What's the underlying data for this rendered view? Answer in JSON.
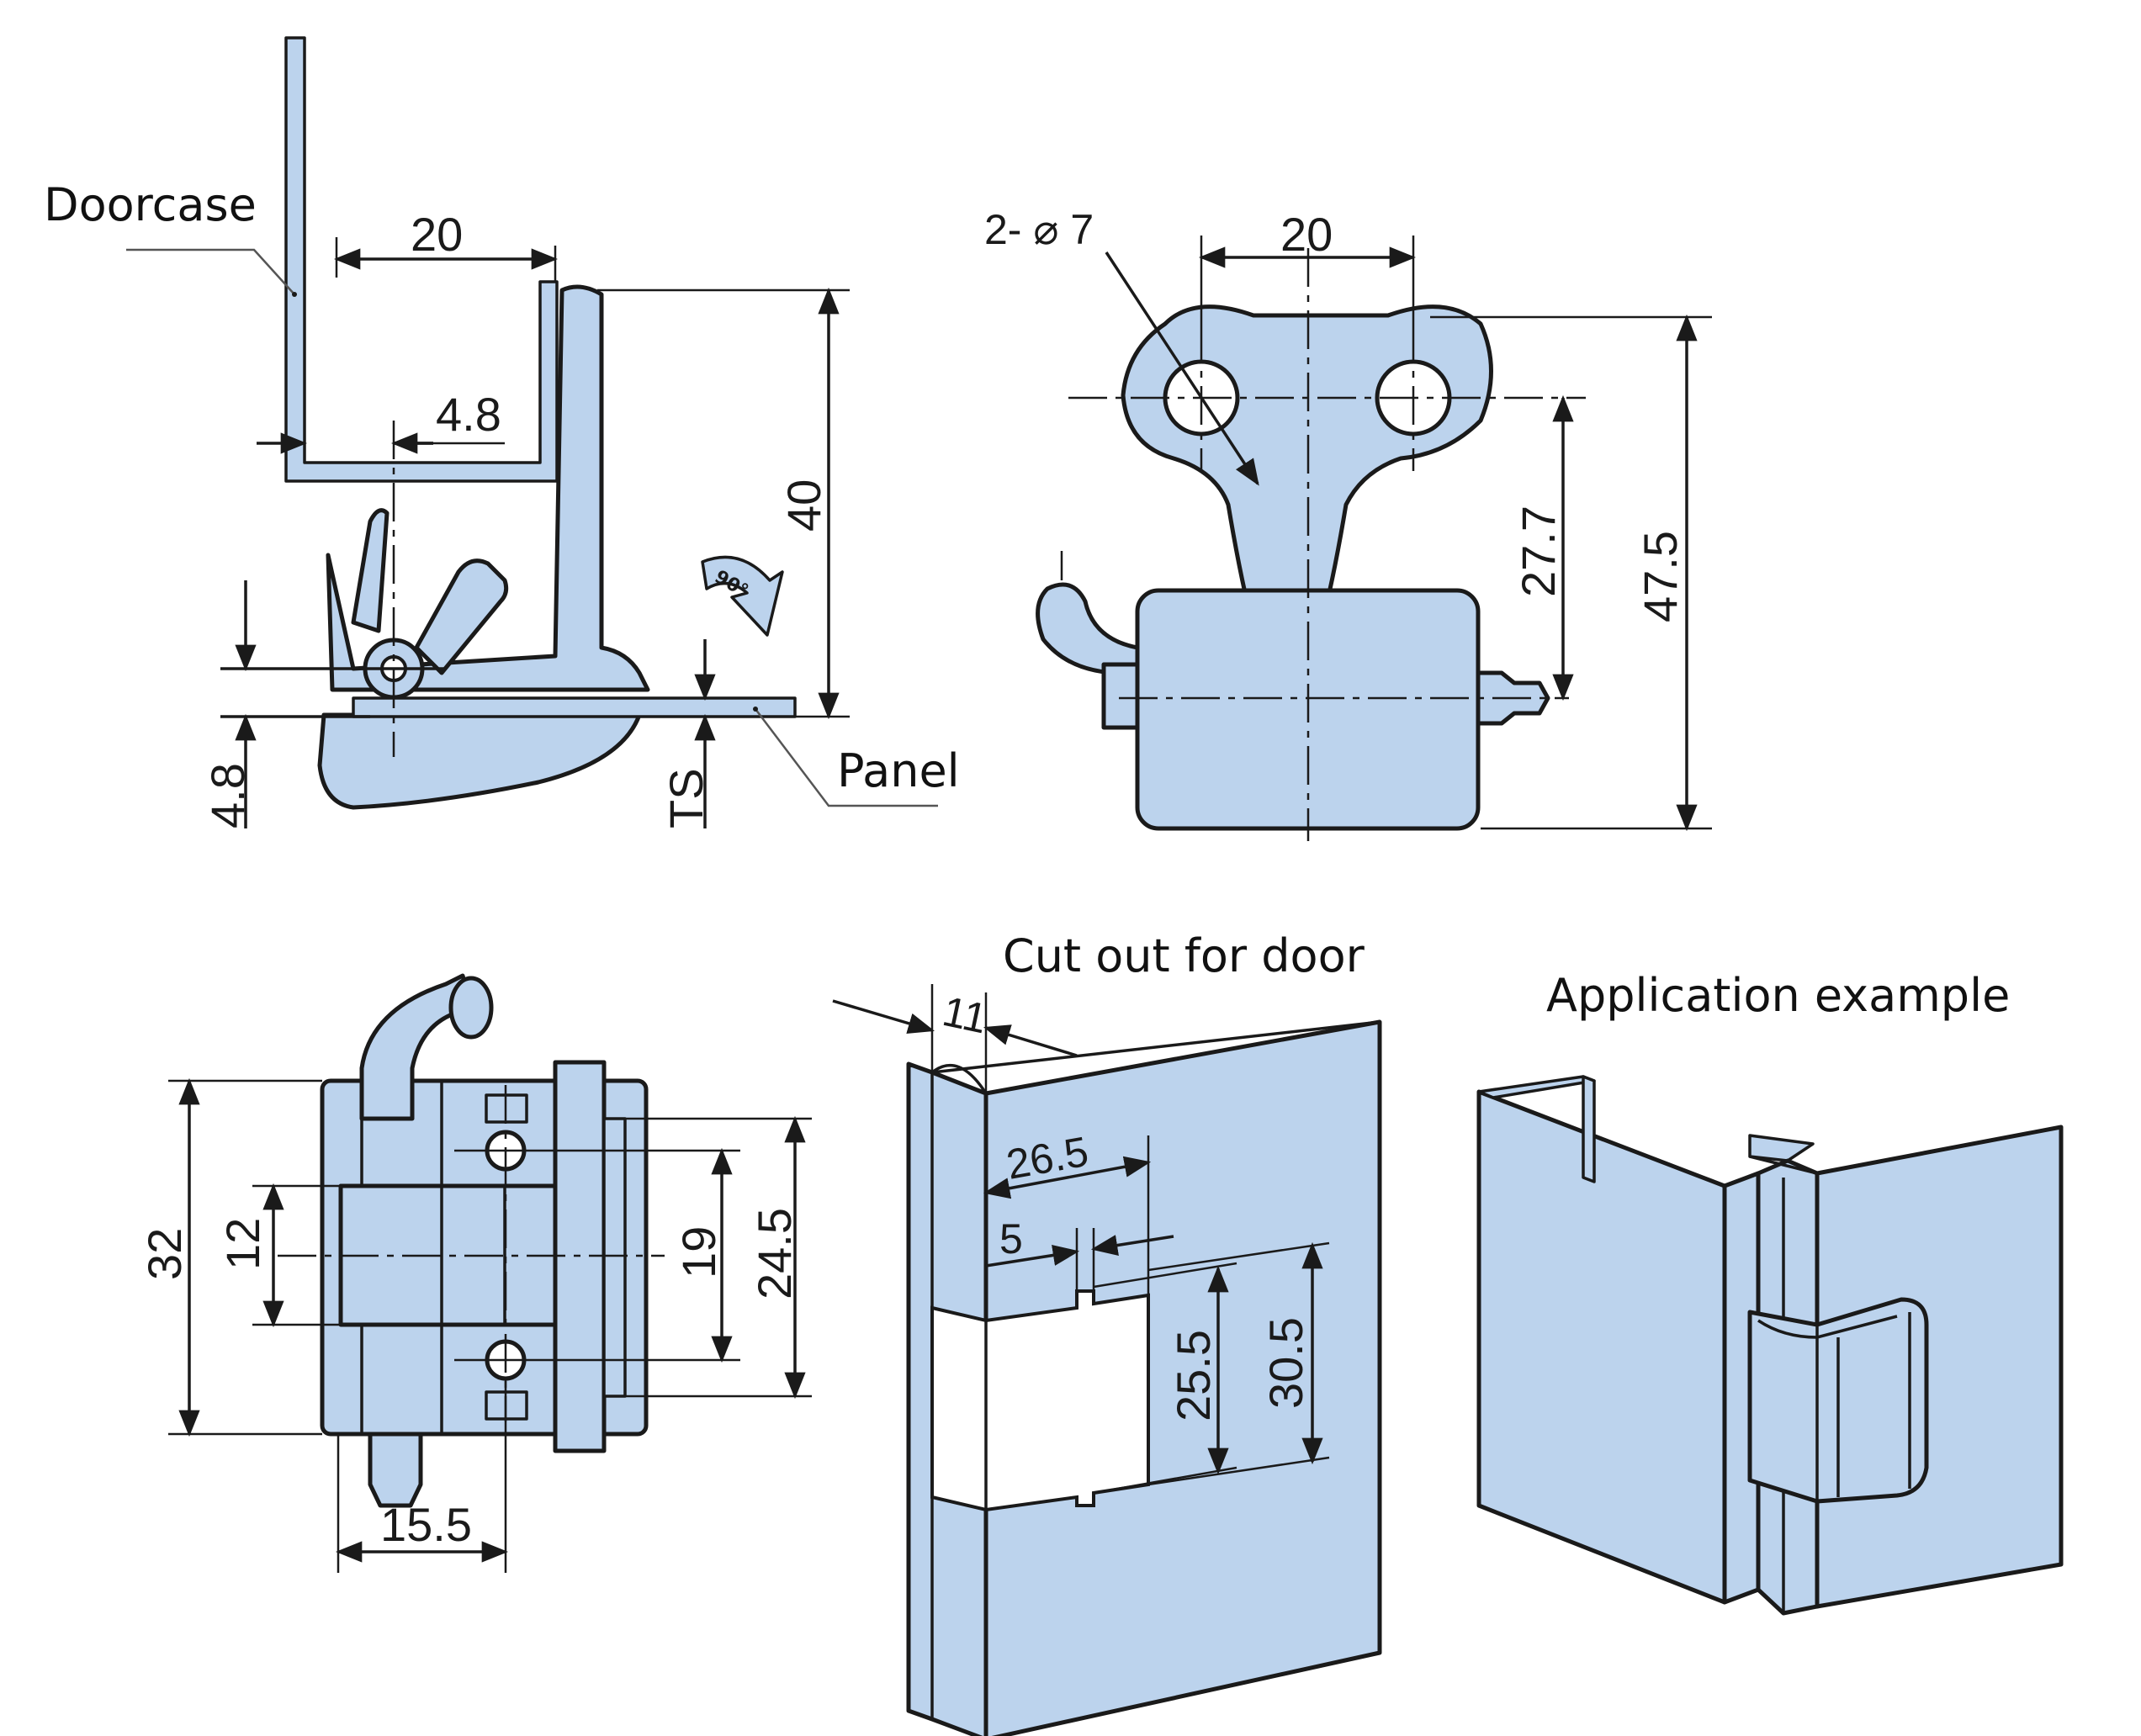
{
  "labels": {
    "doorcase": "Doorcase",
    "panel": "Panel",
    "cutout": "Cut out for door",
    "application": "Application example"
  },
  "side_view": {
    "dims": {
      "width_top": "20",
      "offset": "4.8",
      "height": "40",
      "bottom": "4.8",
      "thickness": "TS"
    },
    "rotation": "90°"
  },
  "front_view": {
    "dims": {
      "holes": "2- ⌀ 7",
      "hole_spacing": "20",
      "hole_height": "27.7",
      "total_height": "47.5"
    }
  },
  "top_view": {
    "dims": {
      "overall": "32",
      "body": "12",
      "hole_spacing": "19",
      "flange": "24.5",
      "width": "15.5"
    }
  },
  "cutout_view": {
    "dims": {
      "edge": "11",
      "depth": "26.5",
      "notch": "5",
      "inner": "25.5",
      "outer": "30.5"
    }
  }
}
